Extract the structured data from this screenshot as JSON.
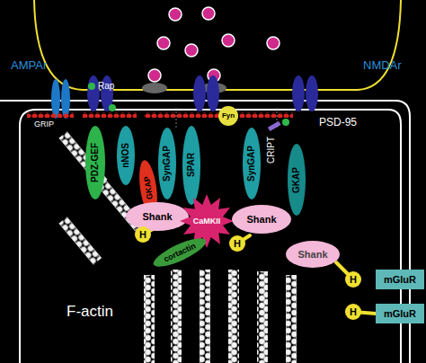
{
  "diagram": {
    "nodes": [
      {
        "text": [
          "PDZ-GEF"
        ]
      },
      {
        "text": [
          "nNOS"
        ]
      },
      {
        "text": [
          "GKAP"
        ]
      },
      {
        "text": [
          "SynGAP"
        ]
      },
      {
        "text": [
          "SPAR"
        ]
      },
      {
        "text": [
          "Fyn"
        ]
      },
      {
        "text": [
          "SynGAP"
        ]
      },
      {
        "text": [
          "GKAP"
        ]
      },
      {
        "text": [
          "Shank"
        ]
      },
      {
        "text": [
          "CaMKII"
        ]
      },
      {
        "text": [
          "Shank"
        ]
      },
      {
        "text": [
          "cortactin"
        ]
      },
      {
        "text": [
          "Shank"
        ]
      },
      {
        "text": [
          "H"
        ]
      },
      {
        "text": [
          "H"
        ]
      },
      {
        "text": [
          "H"
        ]
      },
      {
        "text": [
          "H"
        ]
      },
      {
        "text": [
          "mGluR"
        ]
      },
      {
        "text": [
          "mGluR"
        ]
      }
    ],
    "labels": [
      "AMPAr",
      "NMDAr",
      "GRIP",
      "Rap",
      "PSD-95",
      "CRIPT",
      "F-actin"
    ]
  }
}
